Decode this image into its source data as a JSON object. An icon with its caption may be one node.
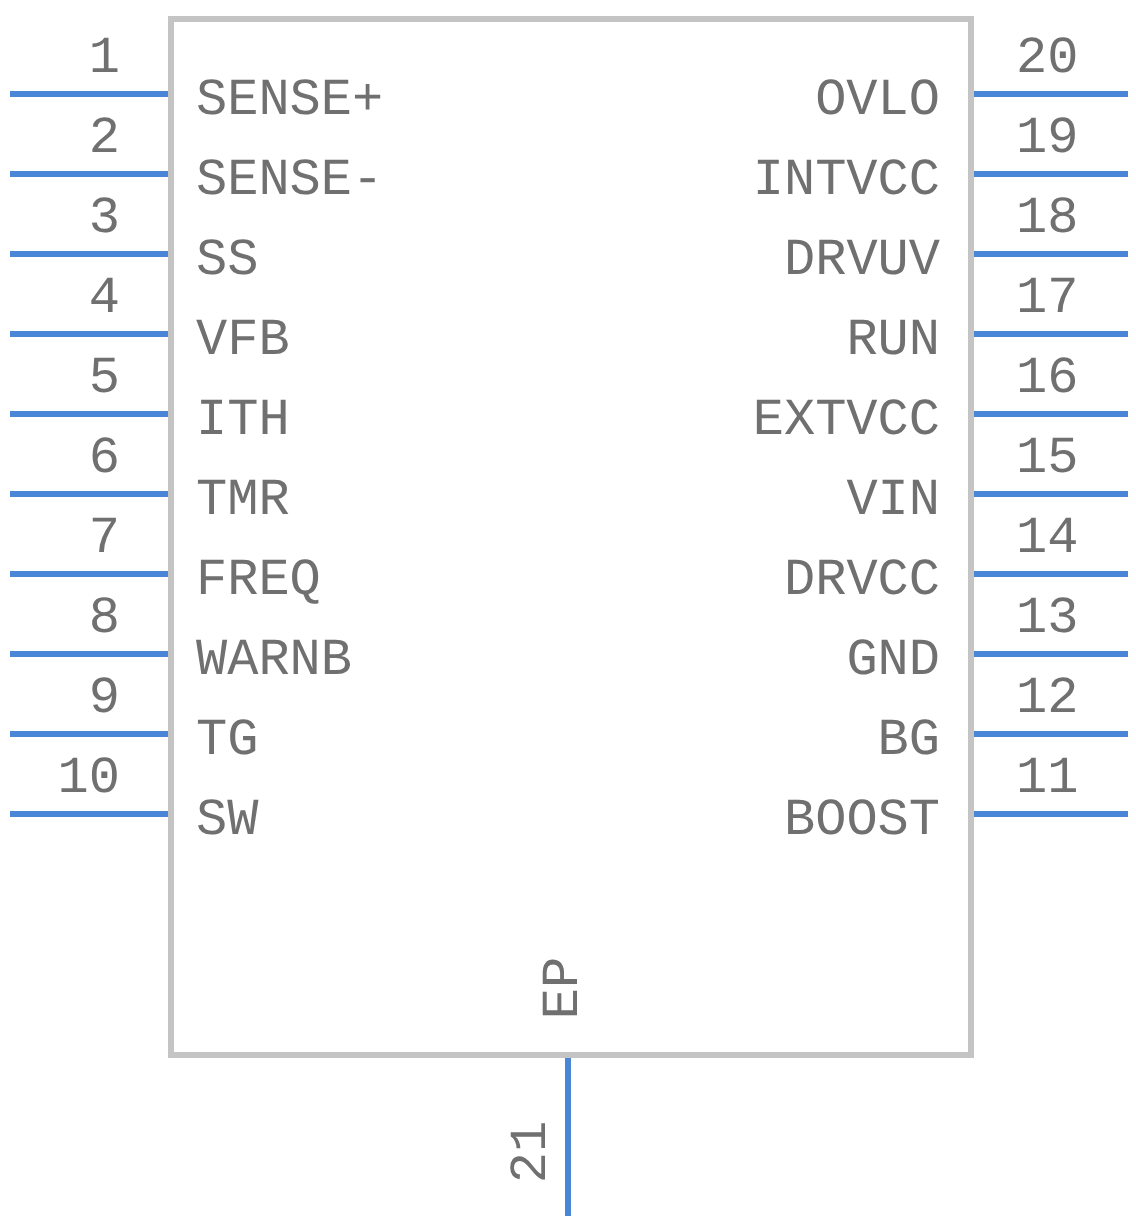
{
  "diagram": {
    "nodes": [
      {
        "text": [],
        "shape": "box"
      }
    ],
    "labels": [
      "1",
      "SENSE+",
      "OVLO",
      "20",
      "2",
      "SENSE-",
      "INTVCC",
      "19",
      "3",
      "SS",
      "DRVUV",
      "18",
      "4",
      "VFB",
      "RUN",
      "17",
      "5",
      "ITH",
      "EXTVCC",
      "16",
      "6",
      "TMR",
      "VIN",
      "15",
      "7",
      "FREQ",
      "DRVCC",
      "14",
      "8",
      "WARNB",
      "GND",
      "13",
      "9",
      "TG",
      "BG",
      "12",
      "10",
      "SW",
      "BOOST",
      "11",
      "EP",
      "21"
    ]
  }
}
